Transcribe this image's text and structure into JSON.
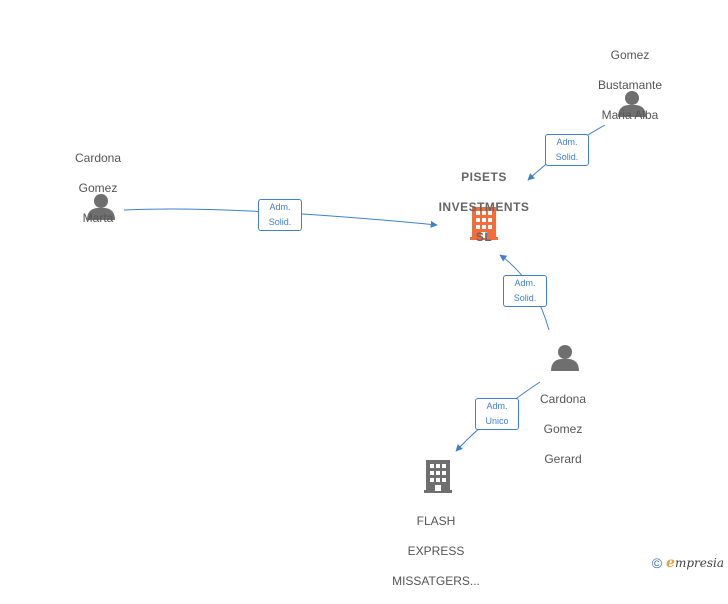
{
  "nodes": {
    "main_company": {
      "lines": [
        "PISETS",
        "INVESTMENTS",
        "SL"
      ],
      "color": "#f26c3c"
    },
    "person_gomez": {
      "lines": [
        "Gomez",
        "Bustamante",
        "Maria Alba"
      ],
      "icon": "person-icon"
    },
    "person_marta": {
      "lines": [
        "Cardona",
        "Gomez",
        "Marta"
      ],
      "icon": "person-icon"
    },
    "person_gerard": {
      "lines": [
        "Cardona",
        "Gomez",
        "Gerard"
      ],
      "icon": "person-icon"
    },
    "company_flash": {
      "lines": [
        "FLASH",
        "EXPRESS",
        "MISSATGERS..."
      ],
      "color": "#6f6f6f"
    }
  },
  "edges": {
    "gomez_to_main": {
      "lines": [
        "Adm.",
        "Solid."
      ]
    },
    "marta_to_main": {
      "lines": [
        "Adm.",
        "Solid."
      ]
    },
    "gerard_to_main": {
      "lines": [
        "Adm.",
        "Solid."
      ]
    },
    "gerard_to_flash": {
      "lines": [
        "Adm.",
        "Unico"
      ]
    }
  },
  "colors": {
    "edge": "#3f7fd0",
    "person": "#6f6f6f",
    "main_company": "#f26c3c",
    "company": "#6f6f6f"
  },
  "footer": {
    "copyright": "©",
    "brand_initial": "e",
    "brand_rest": "mpresia"
  }
}
